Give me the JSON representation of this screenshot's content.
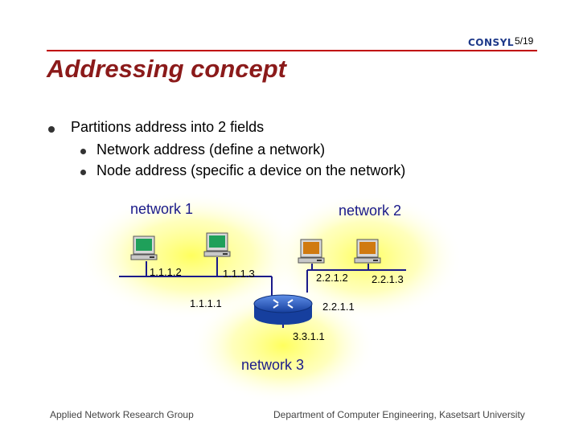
{
  "header": {
    "logo_text": "CONSYL",
    "slide_number": "5/19",
    "title": "Addressing concept"
  },
  "bullets": {
    "main": "Partitions address into 2 fields",
    "sub": [
      "Network address (define a network)",
      "Node address (specific a device on the network)"
    ]
  },
  "diagram": {
    "networks": [
      "network 1",
      "network 2",
      "network 3"
    ],
    "hosts": [
      "1.1.1.2",
      "1.1.1.3",
      "2.2.1.2",
      "2.2.1.3"
    ],
    "router_ports": [
      "1.1.1.1",
      "2.2.1.1",
      "3.3.1.1"
    ],
    "colors": {
      "glow": "#ffff66",
      "link_line": "#1a1a8a",
      "router": "#1f4fbf",
      "title": "#8b1a1a",
      "rule": "#c00000",
      "monitor_screen_net1": "#1fa05a",
      "monitor_screen_net2": "#d07a10"
    },
    "icons": [
      "computer-icon",
      "router-icon"
    ]
  },
  "footer": {
    "left": "Applied Network Research Group",
    "right": "Department of Computer Engineering, Kasetsart University"
  }
}
